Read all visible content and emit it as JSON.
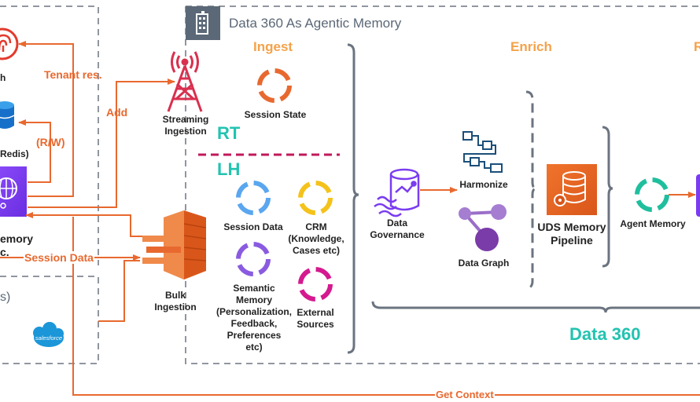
{
  "header": {
    "title": "Data 360 As Agentic Memory"
  },
  "sections": {
    "ingest": "Ingest",
    "enrich": "Enrich",
    "right_cut": "R"
  },
  "left": {
    "auth_label": "h",
    "cache_label": "Redis)",
    "agent_label_1": "emory",
    "agent_label_2": "c.",
    "sources_label": "s)",
    "salesforce_logo": "salesforce"
  },
  "edges": {
    "tenant": "Tenant res.",
    "add": "Add",
    "rw": "(R/W)",
    "session_data": "Session Data",
    "get_context": "Get Context"
  },
  "ingestion": {
    "streaming": "Streaming\nIngestion",
    "bulk": "Bulk\nIngestion"
  },
  "rt": "RT",
  "lh": "LH",
  "nodes": {
    "session_state": "Session State",
    "session_data": "Session Data",
    "crm": "CRM\n(Knowledge,\nCases etc)",
    "semantic": "Semantic\nMemory\n(Personalization,\nFeedback,\nPreferences\netc)",
    "external": "External\nSources",
    "data_governance": "Data\nGovernance",
    "harmonize": "Harmonize",
    "data_graph": "Data Graph",
    "uds": "UDS Memory\nPipeline",
    "agent_memory": "Agent Memory"
  },
  "footer": {
    "data360": "Data 360"
  },
  "colors": {
    "arrow": "#e8692f",
    "dashed": "#6b7480",
    "purple": "#7a3cf0",
    "teal": "#22c3b0",
    "section": "#f5a24a",
    "building_box": "#5b6877",
    "aws_orange": "#e8692f"
  }
}
